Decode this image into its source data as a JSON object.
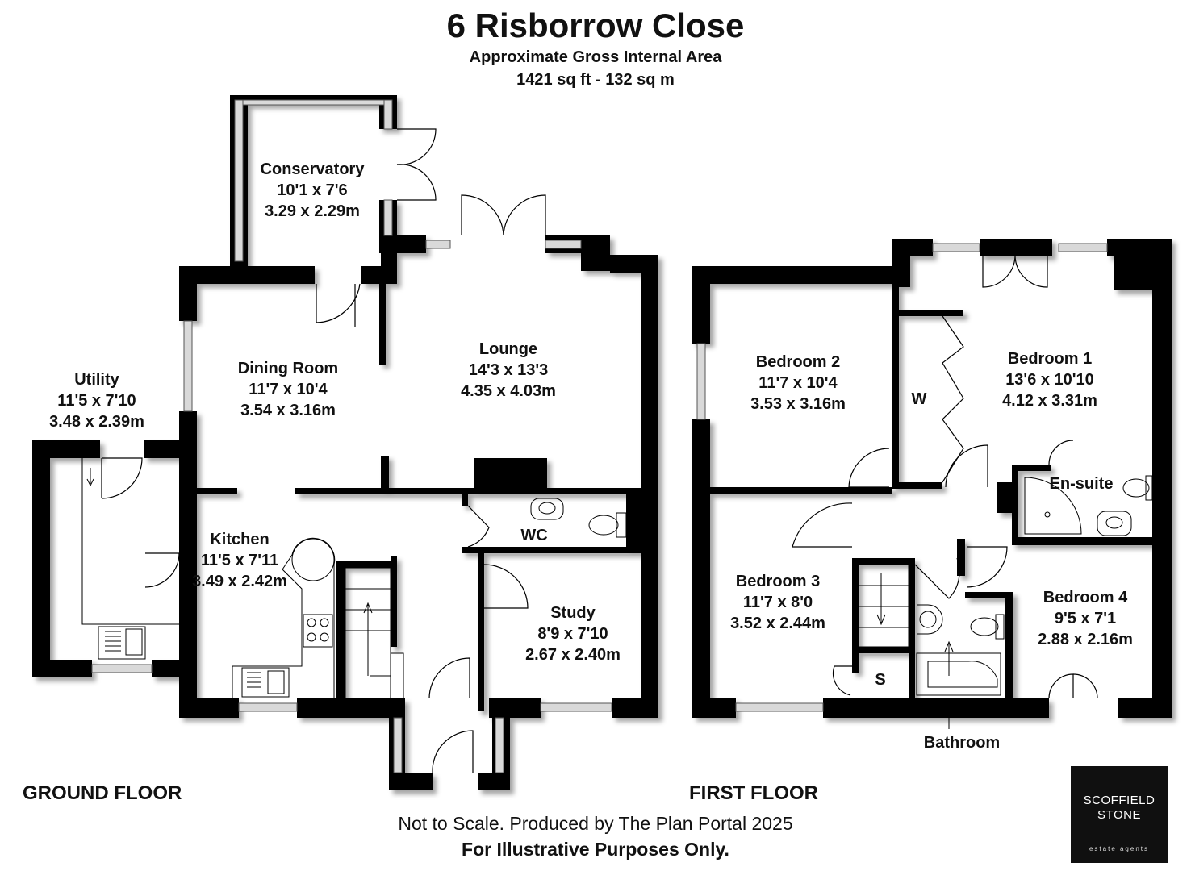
{
  "header": {
    "title": "6 Risborrow Close",
    "subtitle": "Approximate Gross Internal Area",
    "area": "1421 sq ft - 132 sq m"
  },
  "ground_floor": {
    "label": "GROUND FLOOR",
    "rooms": {
      "conservatory": {
        "name": "Conservatory",
        "imperial": "10'1 x 7'6",
        "metric": "3.29 x 2.29m"
      },
      "dining": {
        "name": "Dining Room",
        "imperial": "11'7 x 10'4",
        "metric": "3.54 x 3.16m"
      },
      "lounge": {
        "name": "Lounge",
        "imperial": "14'3 x 13'3",
        "metric": "4.35 x 4.03m"
      },
      "utility": {
        "name": "Utility",
        "imperial": "11'5 x 7'10",
        "metric": "3.48 x 2.39m"
      },
      "kitchen": {
        "name": "Kitchen",
        "imperial": "11'5 x 7'11",
        "metric": "3.49 x 2.42m"
      },
      "wc": {
        "name": "WC"
      },
      "study": {
        "name": "Study",
        "imperial": "8'9 x 7'10",
        "metric": "2.67 x 2.40m"
      }
    }
  },
  "first_floor": {
    "label": "FIRST FLOOR",
    "rooms": {
      "bed2": {
        "name": "Bedroom 2",
        "imperial": "11'7 x 10'4",
        "metric": "3.53 x 3.16m"
      },
      "bed1": {
        "name": "Bedroom 1",
        "imperial": "13'6 x 10'10",
        "metric": "4.12 x 3.31m"
      },
      "wardrobe": {
        "name": "W"
      },
      "ensuite": {
        "name": "En-suite"
      },
      "bed3": {
        "name": "Bedroom 3",
        "imperial": "11'7 x 8'0",
        "metric": "3.52 x 2.44m"
      },
      "bed4": {
        "name": "Bedroom 4",
        "imperial": "9'5 x 7'1",
        "metric": "2.88 x 2.16m"
      },
      "store": {
        "name": "S"
      },
      "bathroom": {
        "name": "Bathroom"
      }
    }
  },
  "footer": {
    "line1": "Not to Scale. Produced by The Plan Portal 2025",
    "line2": "For Illustrative Purposes Only."
  },
  "logo": {
    "line1": "SCOFFIELD",
    "line2": "STONE",
    "line3": "estate agents"
  },
  "colors": {
    "wall": "#000000",
    "window": "#d9d9d9",
    "background": "#ffffff"
  }
}
